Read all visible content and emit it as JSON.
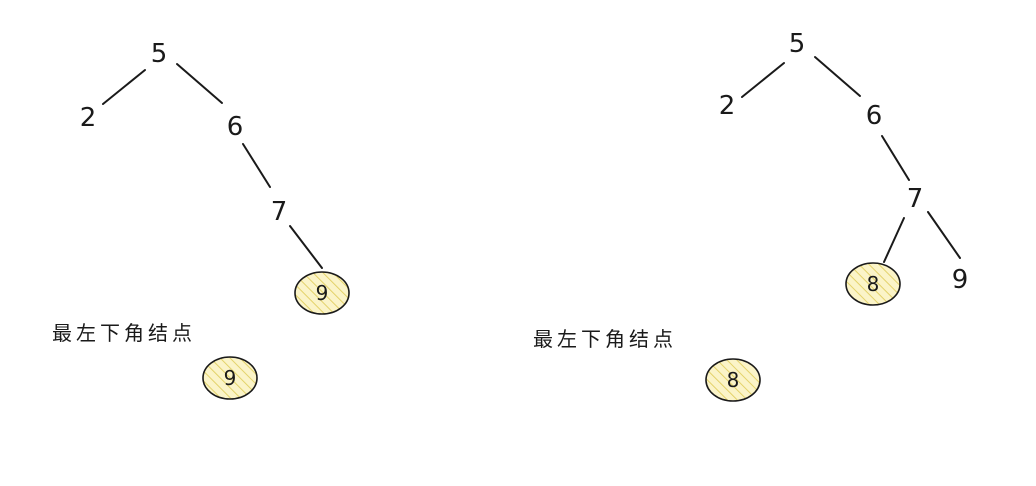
{
  "colors": {
    "ink": "#1a1a1a",
    "highlight_fill": "#fbf4c8",
    "highlight_hatch": "#e3d26a",
    "background": "#ffffff"
  },
  "trees": [
    {
      "nodes": {
        "root": "5",
        "left": "2",
        "right": "6",
        "right_right": "7",
        "leaf": "9"
      },
      "caption": "最左下角结点",
      "answer": "9"
    },
    {
      "nodes": {
        "root": "5",
        "left": "2",
        "right": "6",
        "right_right": "7",
        "leaf_left": "8",
        "leaf_right": "9"
      },
      "caption": "最左下角结点",
      "answer": "8"
    }
  ]
}
